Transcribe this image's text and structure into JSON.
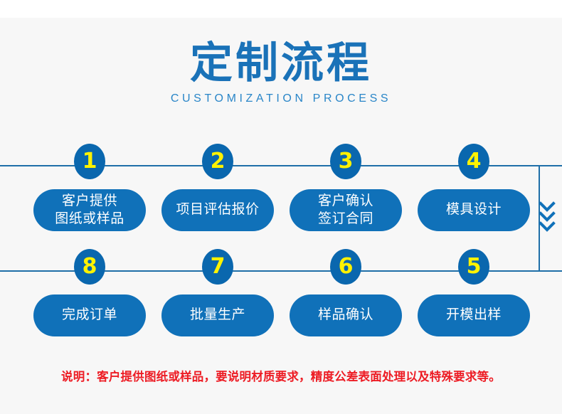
{
  "header": {
    "title": "定制流程",
    "subtitle": "CUSTOMIZATION PROCESS"
  },
  "colors": {
    "page_background": "#ffffff",
    "panel_background": "#f7f7f7",
    "title_blue": "#1a72b8",
    "subtitle_blue": "#2a86c8",
    "badge_blue": "#0a67ae",
    "badge_number_yellow": "#fff200",
    "pill_blue": "#1071b9",
    "pill_text": "#ffffff",
    "rail_blue": "#1f6fa8",
    "note_red": "#ed1c24"
  },
  "flow": {
    "row1": [
      {
        "number": "1",
        "label": "客户提供\n图纸或样品"
      },
      {
        "number": "2",
        "label": "项目评估报价"
      },
      {
        "number": "3",
        "label": "客户确认\n签订合同"
      },
      {
        "number": "4",
        "label": "模具设计"
      }
    ],
    "row2": [
      {
        "number": "8",
        "label": "完成订单"
      },
      {
        "number": "7",
        "label": "批量生产"
      },
      {
        "number": "6",
        "label": "样品确认"
      },
      {
        "number": "5",
        "label": "开模出样"
      }
    ],
    "connector_icon": "double-chevron-down-icon"
  },
  "note": {
    "text": "说明：客户提供图纸或样品，要说明材质要求，精度公差表面处理以及特殊要求等。"
  }
}
